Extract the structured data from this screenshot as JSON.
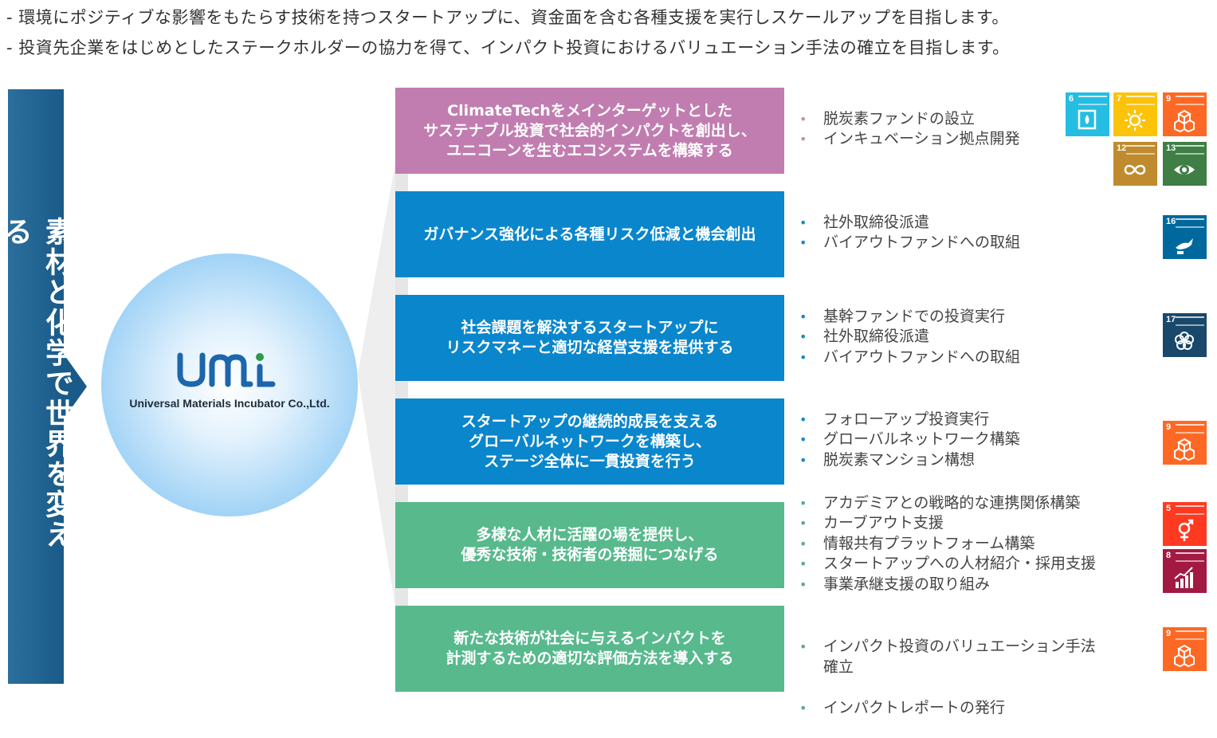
{
  "intro": {
    "line1": "- 環境にポジティブな影響をもたらす技術を持つスタートアップに、資金面を含む各種支援を実行しスケールアップを目指します。",
    "line2": "- 投資先企業をはじめとしたステークホルダーの協力を得て、インパクト投資におけるバリュエーション手法の確立を目指します。"
  },
  "side_banner": {
    "text": "素材と化学で世界を変える"
  },
  "logo": {
    "wordmark": "UMi",
    "company": "Universal Materials Incubator Co.,Ltd."
  },
  "colors": {
    "pink": "#c17db0",
    "blue": "#0a86cc",
    "green": "#58b98d",
    "banner": "#1a5a88"
  },
  "rows": [
    {
      "box": "ClimateTechをメインターゲットとした\nサステナブル投資で社会的インパクトを創出し、\nユニコーンを生むエコシステムを構築する",
      "bullets": [
        "脱炭素ファンドの設立",
        "インキュベーション拠点開発"
      ],
      "sdgs": [
        "6",
        "7",
        "9",
        "12",
        "13"
      ]
    },
    {
      "box": "ガバナンス強化による各種リスク低減と機会創出",
      "bullets": [
        "社外取締役派遣",
        "バイアウトファンドへの取組"
      ],
      "sdgs": [
        "16"
      ]
    },
    {
      "box": "社会課題を解決するスタートアップに\nリスクマネーと適切な経営支援を提供する",
      "bullets": [
        "基幹ファンドでの投資実行",
        "社外取締役派遣",
        "バイアウトファンドへの取組"
      ],
      "sdgs": [
        "17"
      ]
    },
    {
      "box": "スタートアップの継続的成長を支える\nグローバルネットワークを構築し、\nステージ全体に一貫投資を行う",
      "bullets": [
        "フォローアップ投資実行",
        "グローバルネットワーク構築",
        "脱炭素マンション構想"
      ],
      "sdgs": [
        "9"
      ]
    },
    {
      "box": "多様な人材に活躍の場を提供し、\n優秀な技術・技術者の発掘につなげる",
      "bullets": [
        "アカデミアとの戦略的な連携関係構築",
        "カーブアウト支援",
        "情報共有プラットフォーム構築",
        "スタートアップへの人材紹介・採用支援",
        "事業承継支援の取り組み"
      ],
      "sdgs": [
        "5",
        "8"
      ]
    },
    {
      "box": "新たな技術が社会に与えるインパクトを\n計測するための適切な評価方法を導入する",
      "bullets": [
        "インパクト投資のバリュエーション手法\n確立",
        "インパクトレポートの発行"
      ],
      "sdgs": [
        "9"
      ]
    }
  ]
}
